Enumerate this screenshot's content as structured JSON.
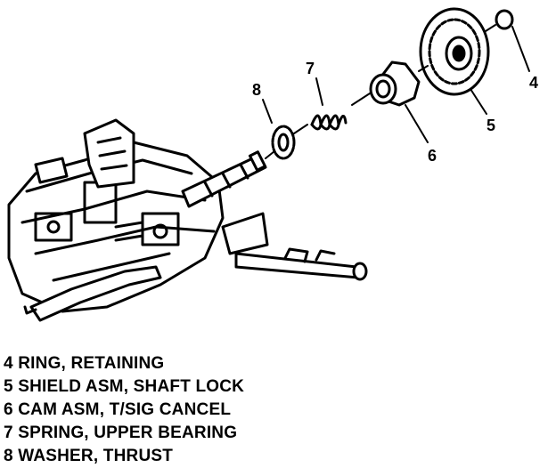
{
  "callouts": {
    "c4": "4",
    "c5": "5",
    "c6": "6",
    "c7": "7",
    "c8": "8"
  },
  "legend": [
    "4 RING, RETAINING",
    "5 SHIELD ASM, SHAFT LOCK",
    "6 CAM ASM, T/SIG CANCEL",
    "7 SPRING, UPPER BEARING",
    "8 WASHER, THRUST"
  ]
}
